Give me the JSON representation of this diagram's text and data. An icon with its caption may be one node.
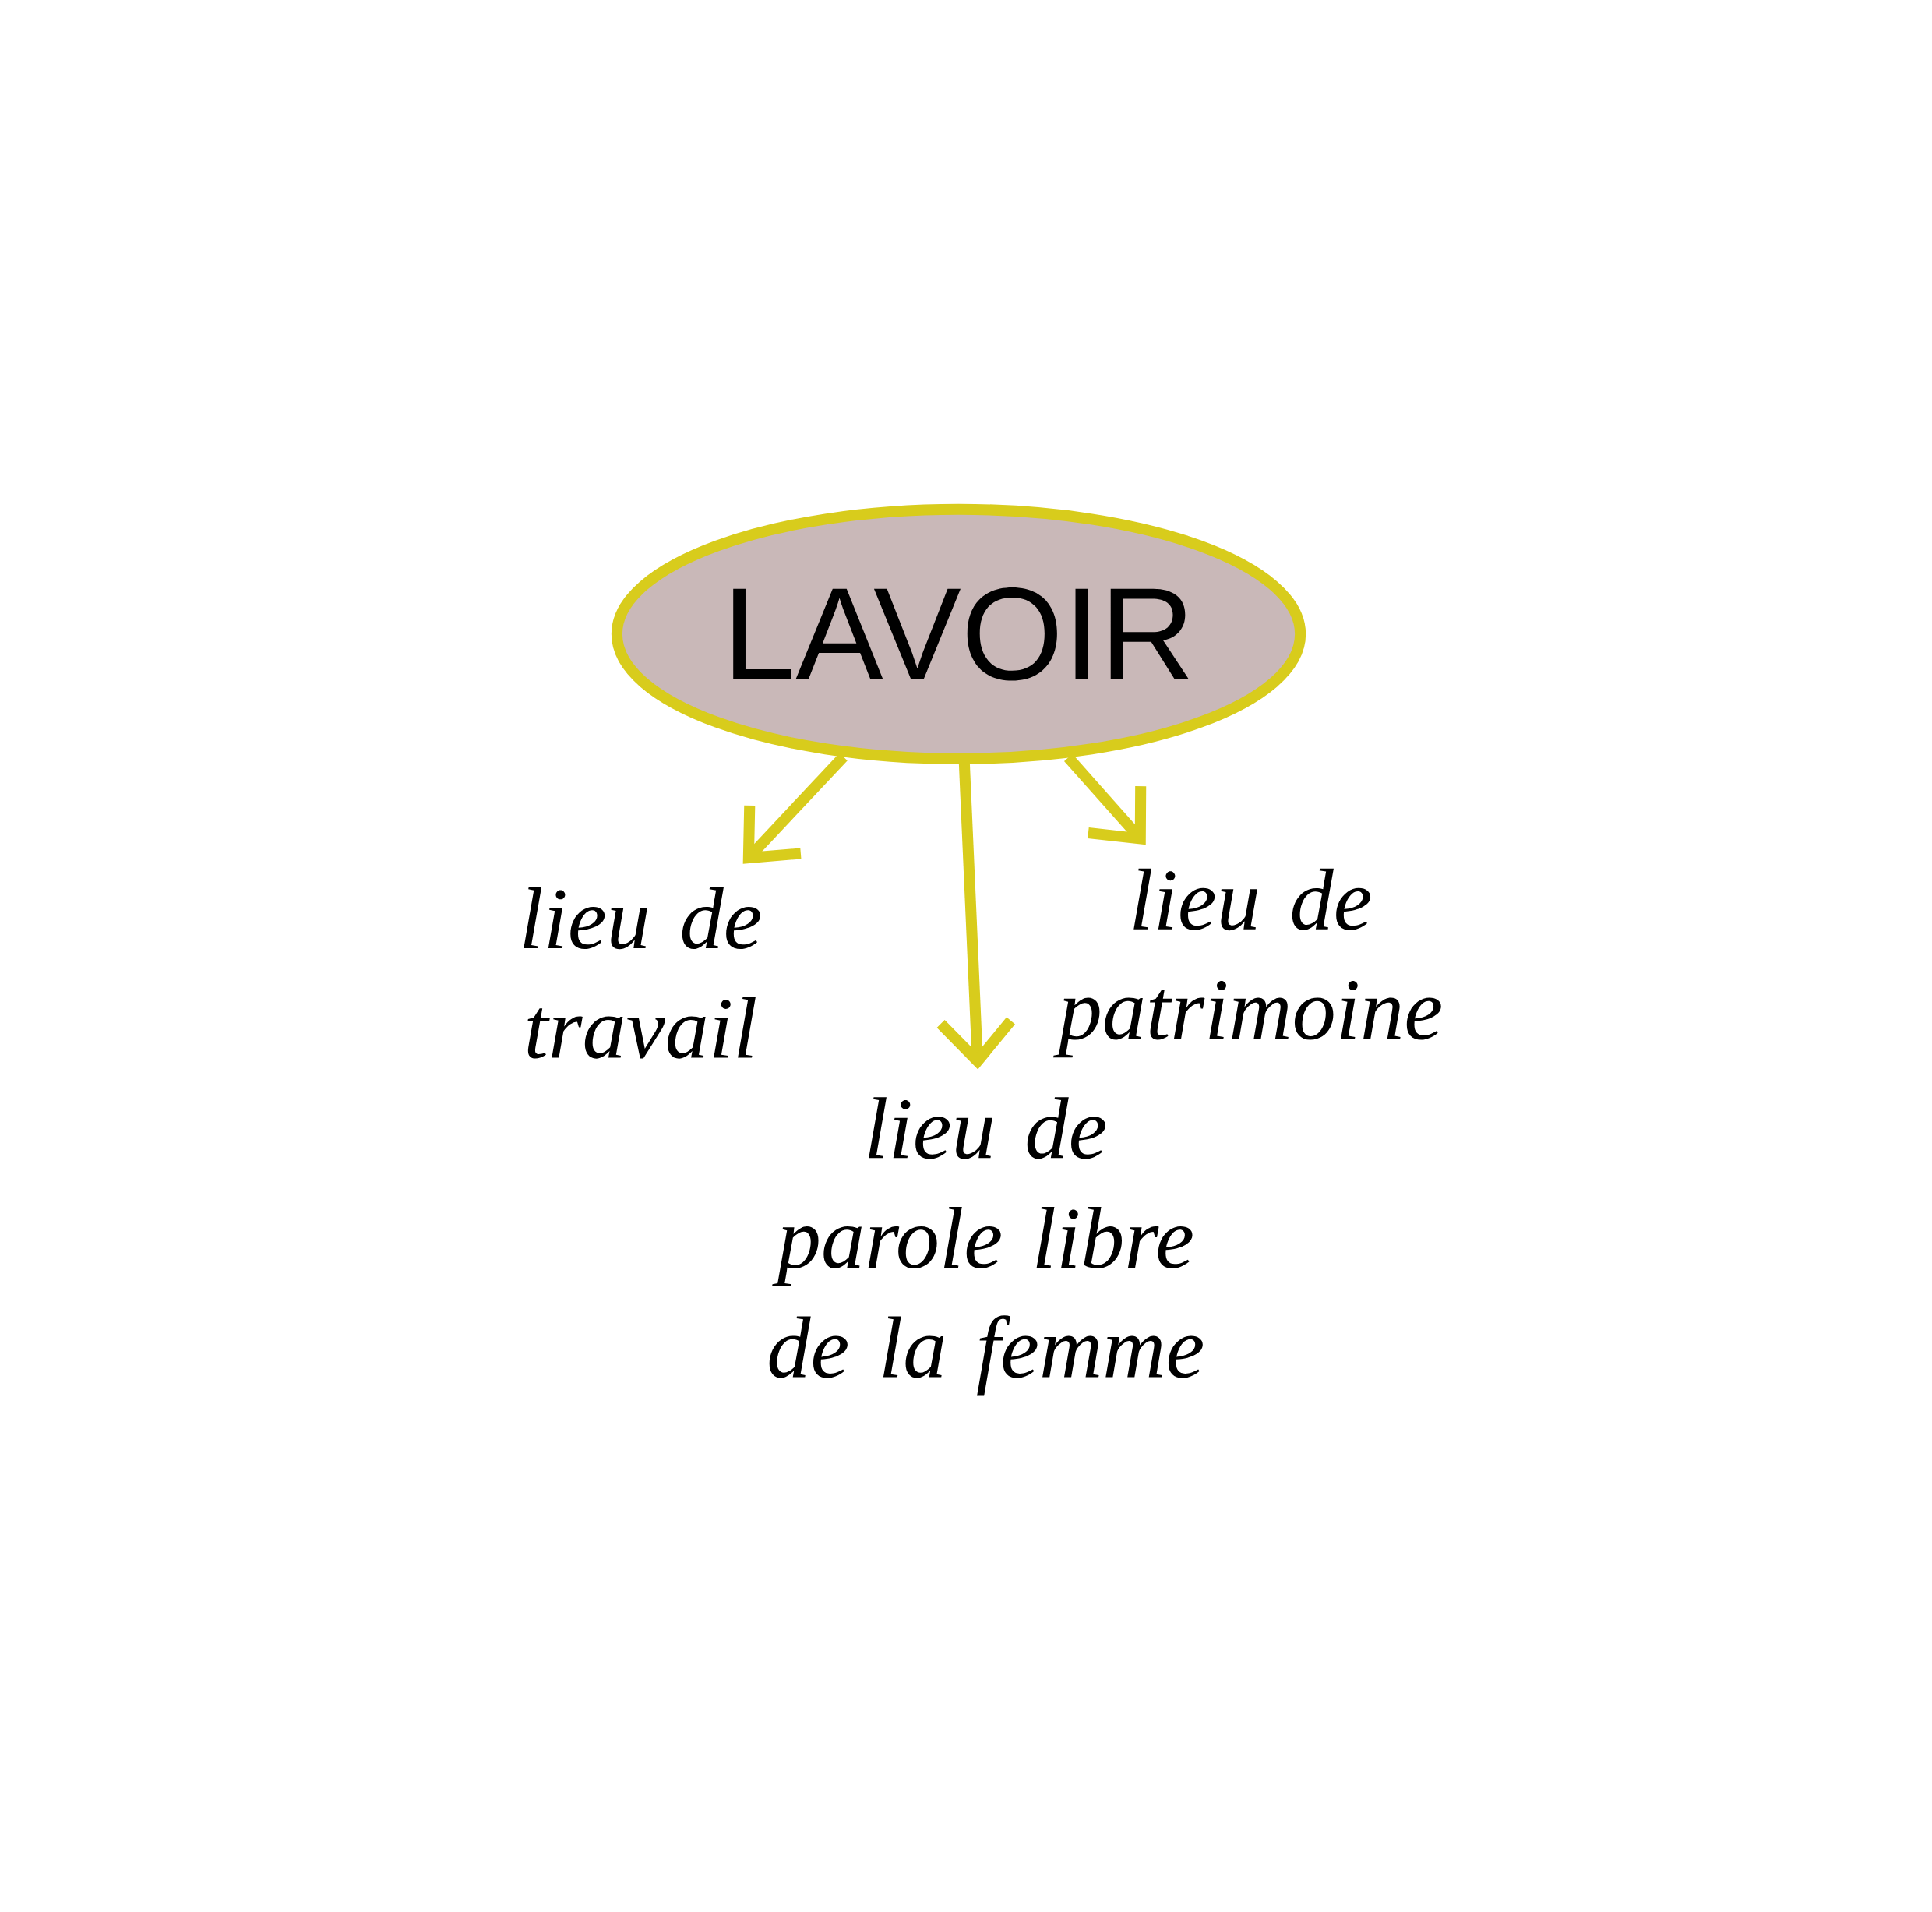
{
  "diagram": {
    "nodes": [
      {
        "text": [
          "LAVOIR"
        ]
      },
      {
        "text": [
          "lieu de travail"
        ]
      },
      {
        "text": [
          "lieu de parole libre de la femme"
        ]
      },
      {
        "text": [
          "lieu de patrimoine"
        ]
      }
    ],
    "edges": [
      {
        "from": 0,
        "to": 1,
        "arrow": "to"
      },
      {
        "from": 0,
        "to": 2,
        "arrow": "to"
      },
      {
        "from": 0,
        "to": 3,
        "arrow": "to"
      }
    ]
  }
}
